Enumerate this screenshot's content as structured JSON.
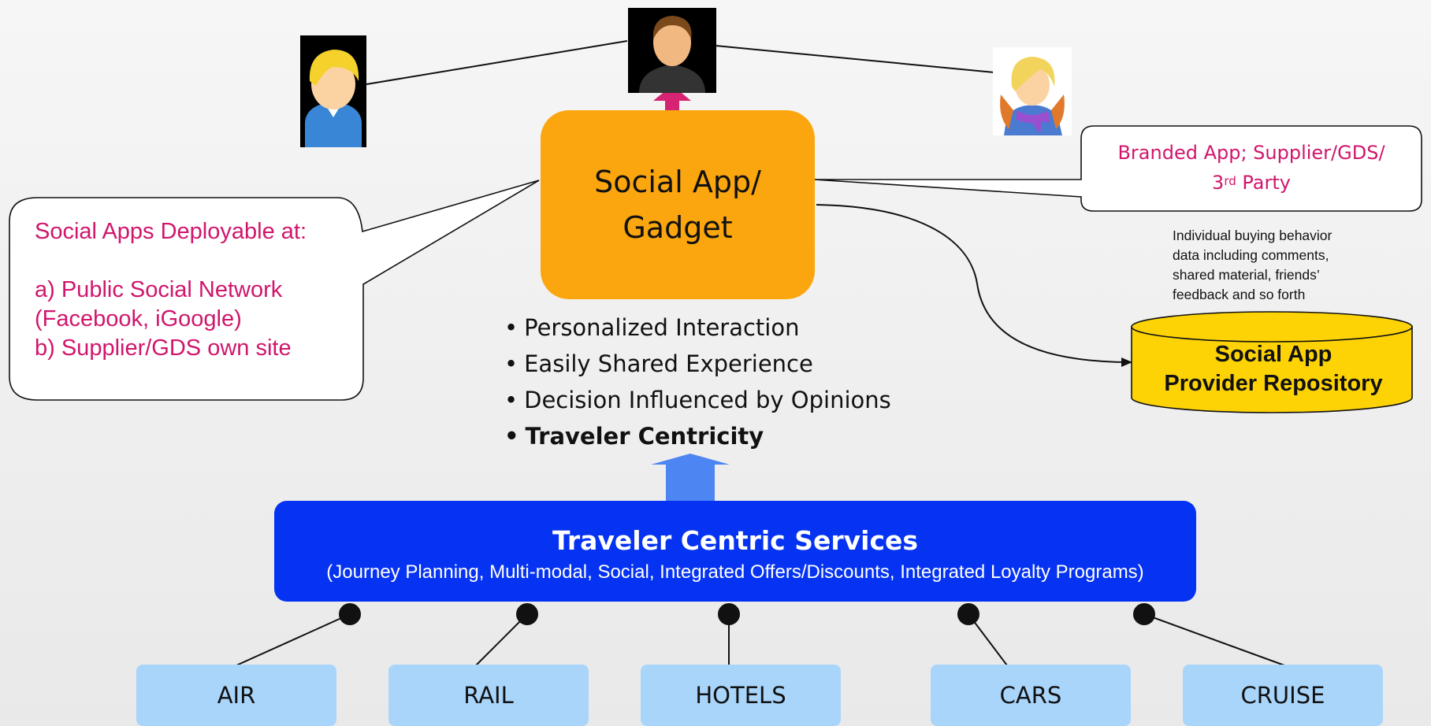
{
  "social_app": {
    "line1": "Social App/",
    "line2": "Gadget"
  },
  "deployable_callout": {
    "heading": "Social Apps Deployable at:",
    "item_a_line1": "a) Public Social Network",
    "item_a_line2": "(Facebook, iGoogle)",
    "item_b": "b) Supplier/GDS own site"
  },
  "branded_callout": {
    "line1": "Branded App; Supplier/GDS/",
    "line2_ordinal": "3",
    "line2_suffix": "rd",
    "line2_rest": " Party"
  },
  "repository_note": {
    "line1": "Individual buying behavior",
    "line2": "data including comments,",
    "line3": "shared material, friends’",
    "line4": "feedback and so forth"
  },
  "repository": {
    "line1": "Social App",
    "line2": "Provider Repository"
  },
  "bullets": [
    "Personalized Interaction",
    "Easily Shared Experience",
    "Decision Influenced by Opinions",
    "Traveler Centricity"
  ],
  "bullet_glyph": "•",
  "services": {
    "title": "Traveler Centric Services",
    "subtitle": "(Journey Planning, Multi-modal, Social, Integrated Offers/Discounts, Integrated Loyalty Programs)"
  },
  "categories": [
    "AIR",
    "RAIL",
    "HOTELS",
    "CARS",
    "CRUISE"
  ],
  "icons": [
    "user-avatar-left-icon",
    "user-avatar-center-icon",
    "user-avatar-right-icon",
    "database-cylinder-icon",
    "double-arrow-icon",
    "up-arrow-icon"
  ],
  "colors": {
    "social_app": "#fba60e",
    "callout_text": "#d0166c",
    "repository": "#fdd306",
    "services": "#0533f1",
    "category": "#a9d5fb",
    "double_arrow": "#d62473",
    "up_arrow": "#4d86f2"
  }
}
